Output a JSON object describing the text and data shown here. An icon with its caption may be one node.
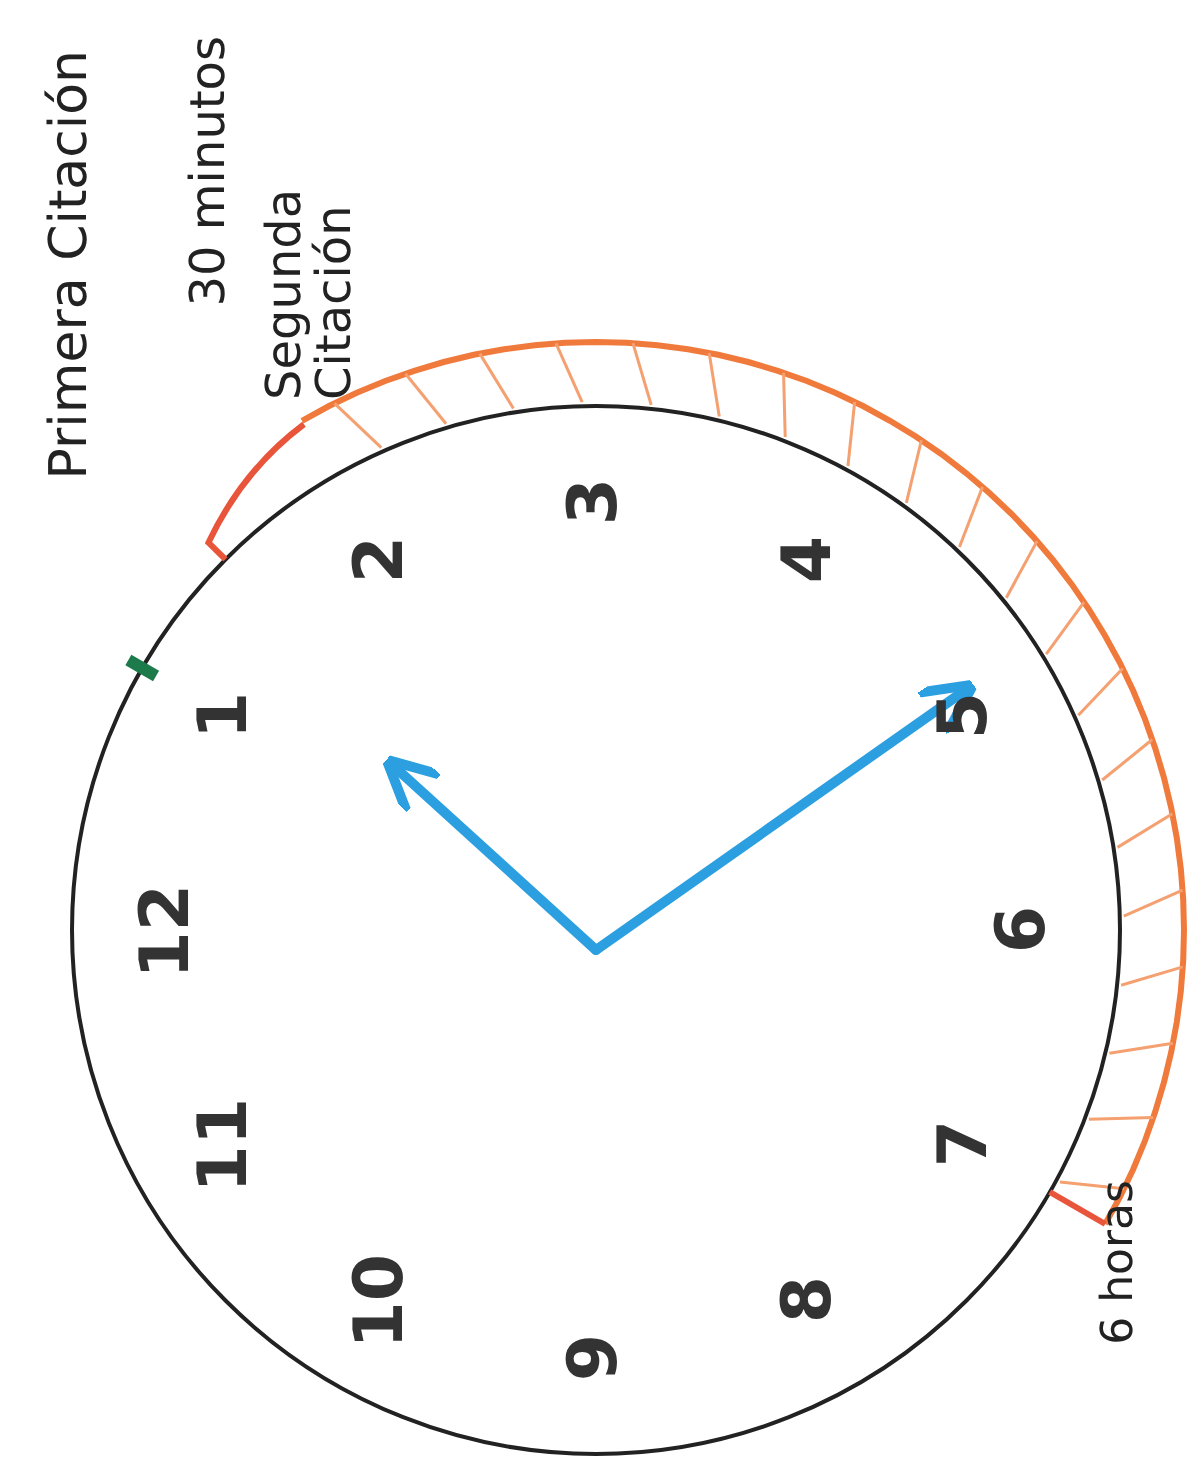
{
  "diagram": {
    "labels": [
      "Primera Citación",
      "30 minutos",
      "Segunda Citación",
      "1",
      "2",
      "3",
      "4",
      "5",
      "6",
      "7",
      "8",
      "9",
      "10",
      "11",
      "12",
      "6 horas"
    ]
  }
}
